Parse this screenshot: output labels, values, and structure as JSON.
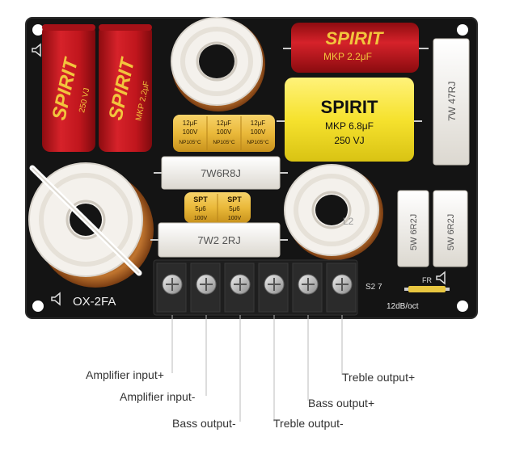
{
  "board": {
    "model": "OX-2FA",
    "slope": "12dB/oct",
    "code": "S2 7",
    "fuse_label": "FR",
    "coil_label": "L2"
  },
  "capacitors": {
    "brand": "SPIRIT",
    "red_left": {
      "brand": "SPIRIT",
      "value": "250 VJ"
    },
    "red_mid": {
      "brand": "SPIRIT",
      "value": "MKP 2.2μF"
    },
    "red_top": {
      "brand": "SPIRIT",
      "value": "MKP 2.2μF"
    },
    "yellow_big": {
      "brand": "SPIRIT",
      "line1": "MKP  6.8μF",
      "line2": "250 VJ"
    },
    "small_yellow_1": {
      "value": "12μF",
      "voltage": "100V",
      "temp": "NP105°C"
    },
    "small_yellow_2": {
      "value": "12μF",
      "voltage": "100V",
      "temp": "NP105°C"
    },
    "small_yellow_3": {
      "value": "12μF",
      "voltage": "100V",
      "temp": "NP105°C"
    },
    "spt_1": {
      "brand": "SPT",
      "value": "5μ6",
      "voltage": "100V"
    },
    "spt_2": {
      "brand": "SPT",
      "value": "5μ6",
      "voltage": "100V"
    }
  },
  "resistors": {
    "top_right": "7W 47RJ",
    "mid": "7W6R8J",
    "lower": "7W2 2RJ",
    "small_1": "5W 6R2J",
    "small_2": "5W 6R2J"
  },
  "terminals": [
    "Amplifier input+",
    "Amplifier input-",
    "Bass output-",
    "Treble output-",
    "Bass output+",
    "Treble output+"
  ],
  "colors": {
    "board": "#111111",
    "red_cap": "#c8161d",
    "yellow_cap": "#f5e23a",
    "brand_gold": "#f2c53d",
    "resistor": "#f2efe9",
    "coil_bobbin": "#f4f1ec",
    "copper": "#b8692a"
  }
}
